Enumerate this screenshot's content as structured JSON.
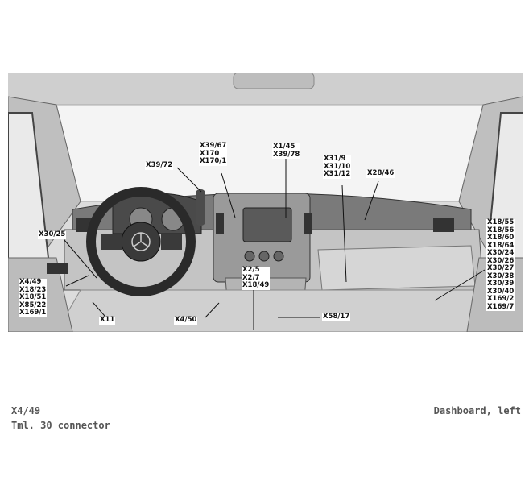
{
  "labels": {
    "x39_72": "X39/72",
    "x39_67_group": [
      "X39/67",
      "X170",
      "X170/1"
    ],
    "x1_45_group": [
      "X1/45",
      "X39/78"
    ],
    "x31_group": [
      "X31/9",
      "X31/10",
      "X31/12"
    ],
    "x28_46": "X28/46",
    "x30_25": "X30/25",
    "x4_49_group": [
      "X4/49",
      "X18/23",
      "X18/51",
      "X85/22",
      "X169/1"
    ],
    "x11": "X11",
    "x4_50": "X4/50",
    "x2_group": [
      "X2/5",
      "X2/7",
      "X18/49"
    ],
    "x58_17": "X58/17",
    "right_group": [
      "X18/55",
      "X18/56",
      "X18/60",
      "X18/64",
      "X30/24",
      "X30/26",
      "X30/27",
      "X30/38",
      "X30/39",
      "X30/40",
      "X169/2",
      "X169/7"
    ]
  },
  "caption": {
    "code": "X4/49",
    "description": "Tml. 30 connector",
    "location": "Dashboard, left"
  }
}
